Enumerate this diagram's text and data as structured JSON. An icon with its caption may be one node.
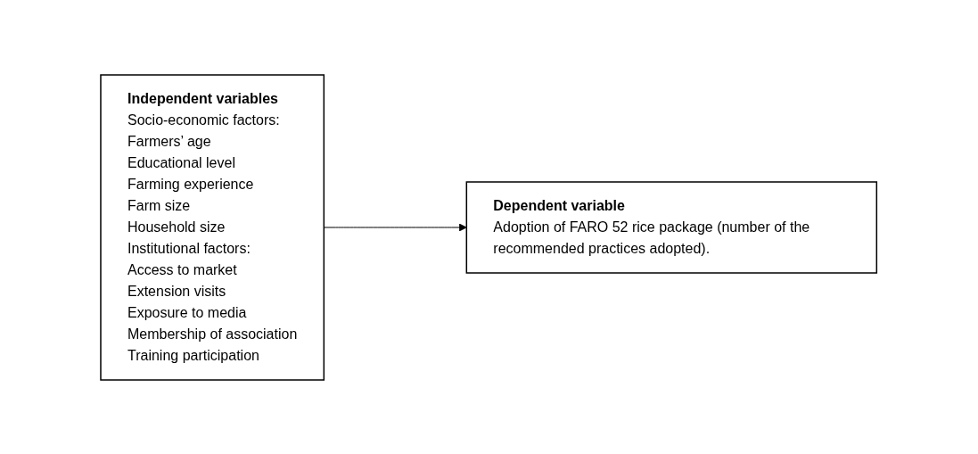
{
  "diagram": {
    "nodes": [
      {
        "text": [
          "Independent variables",
          "Socio-economic factors:",
          "Farmers’ age",
          "Educational level",
          "Farming experience",
          "Farm size",
          "Household size",
          "Institutional factors:",
          "Access to market",
          "Extension visits",
          "Exposure to media",
          "Membership of association",
          "Training participation"
        ]
      },
      {
        "text": [
          "Dependent variable",
          "Adoption of FARO 52 rice package (number of the recommended practices adopted)."
        ]
      }
    ],
    "edges": [
      {
        "from": 0,
        "to": 1,
        "arrow": "to"
      }
    ]
  }
}
